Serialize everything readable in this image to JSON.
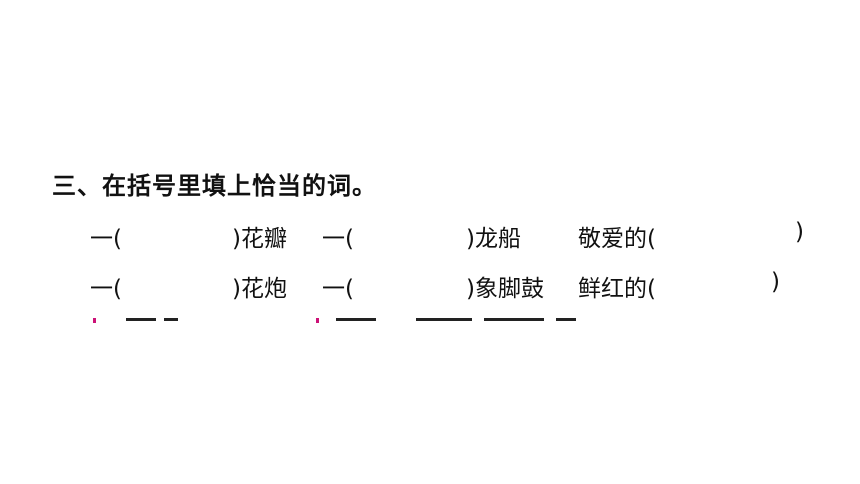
{
  "heading": "三、在括号里填上恰当的词。",
  "rows": [
    {
      "items": [
        {
          "prefix": "一(",
          "suffix": ")花瓣"
        },
        {
          "prefix": "一(",
          "suffix": ")龙船"
        },
        {
          "prefix": "敬爱的(",
          "suffix": ")"
        }
      ]
    },
    {
      "items": [
        {
          "prefix": "一(",
          "suffix": ")花炮"
        },
        {
          "prefix": "一(",
          "suffix": ")象脚鼓"
        },
        {
          "prefix": "鲜红的(",
          "suffix": ")"
        }
      ]
    }
  ],
  "colors": {
    "text": "#111111",
    "cut_mark": "#cc1177"
  }
}
